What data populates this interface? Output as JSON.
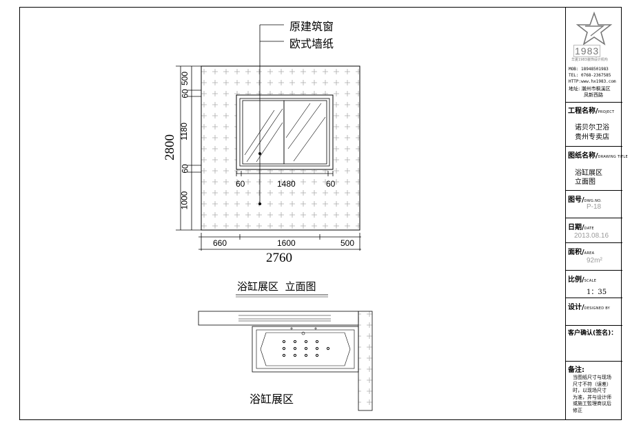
{
  "elevation": {
    "callout_window": "原建筑窗",
    "callout_wallpaper": "欧式墙纸",
    "height_total": "2800",
    "height_segments": [
      "500",
      "60",
      "1180",
      "60",
      "1000"
    ],
    "window_width_segments": [
      "60",
      "1480",
      "60"
    ],
    "width_segments": [
      "660",
      "1600",
      "500"
    ],
    "width_total": "2760",
    "title": "浴缸展区  立面图"
  },
  "plan": {
    "label": "浴缸展区"
  },
  "title_block": {
    "logo_text": "1983",
    "logo_sub": "华夏1983装饰设计机构",
    "contact": {
      "mob": "MOB: 18948501983",
      "tel": "TEL: 0768-2367585",
      "http": "HTTP:www.hx1983.com",
      "addr1": "地址: 潮州市枫溪区",
      "addr2": "凤新西路"
    },
    "project_label": "工程名称",
    "project_en": "PROJECT",
    "project_line1": "诺贝尔卫浴",
    "project_line2": "贵州专卖店",
    "drawing_label": "图纸名称",
    "drawing_en": "DRAWING TITLE",
    "drawing_line1": "浴缸展区",
    "drawing_line2": "立面图",
    "number_label": "图号",
    "number_en": "DWG.NO.",
    "number_value": "P-18",
    "date_label": "日期",
    "date_en": "DATE",
    "date_value": "2013.08.16",
    "area_label": "面积",
    "area_en": "AREA",
    "area_value": "92m²",
    "scale_label": "比例",
    "scale_en": "SCALE",
    "scale_value": "1：35",
    "design_label": "设计",
    "design_en": "DESIGNED BY",
    "client_label": "客户确认(签名)：",
    "notes_label": "备注:",
    "notes_lines": [
      "当图纸尺寸与现场",
      "尺寸不符（误差）",
      "时，以现场尺寸",
      "为准，并与设计师",
      "或施工監理商议后",
      "修正"
    ]
  }
}
